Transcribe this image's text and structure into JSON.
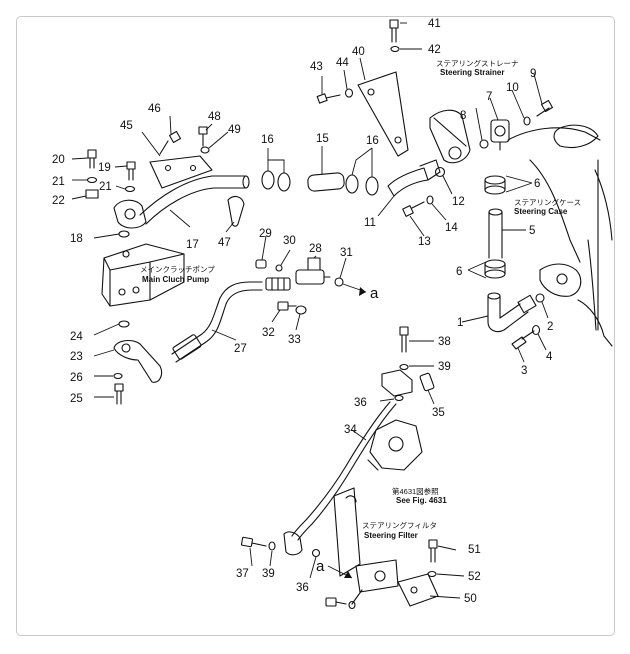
{
  "callouts": [
    {
      "id": "1",
      "text": "1"
    },
    {
      "id": "2",
      "text": "2"
    },
    {
      "id": "3",
      "text": "3"
    },
    {
      "id": "4",
      "text": "4"
    },
    {
      "id": "5",
      "text": "5"
    },
    {
      "id": "6a",
      "text": "6"
    },
    {
      "id": "6b",
      "text": "6"
    },
    {
      "id": "7",
      "text": "7"
    },
    {
      "id": "8",
      "text": "8"
    },
    {
      "id": "9",
      "text": "9"
    },
    {
      "id": "10",
      "text": "10"
    },
    {
      "id": "11",
      "text": "11"
    },
    {
      "id": "12",
      "text": "12"
    },
    {
      "id": "13",
      "text": "13"
    },
    {
      "id": "14",
      "text": "14"
    },
    {
      "id": "15",
      "text": "15"
    },
    {
      "id": "16a",
      "text": "16"
    },
    {
      "id": "16b",
      "text": "16"
    },
    {
      "id": "17",
      "text": "17"
    },
    {
      "id": "18",
      "text": "18"
    },
    {
      "id": "19",
      "text": "19"
    },
    {
      "id": "20",
      "text": "20"
    },
    {
      "id": "21a",
      "text": "21"
    },
    {
      "id": "21b",
      "text": "21"
    },
    {
      "id": "22",
      "text": "22"
    },
    {
      "id": "23",
      "text": "23"
    },
    {
      "id": "24",
      "text": "24"
    },
    {
      "id": "25",
      "text": "25"
    },
    {
      "id": "26",
      "text": "26"
    },
    {
      "id": "27",
      "text": "27"
    },
    {
      "id": "28",
      "text": "28"
    },
    {
      "id": "29",
      "text": "29"
    },
    {
      "id": "30",
      "text": "30"
    },
    {
      "id": "31",
      "text": "31"
    },
    {
      "id": "32",
      "text": "32"
    },
    {
      "id": "33",
      "text": "33"
    },
    {
      "id": "34",
      "text": "34"
    },
    {
      "id": "35",
      "text": "35"
    },
    {
      "id": "36a",
      "text": "36"
    },
    {
      "id": "36b",
      "text": "36"
    },
    {
      "id": "37",
      "text": "37"
    },
    {
      "id": "38",
      "text": "38"
    },
    {
      "id": "39a",
      "text": "39"
    },
    {
      "id": "39b",
      "text": "39"
    },
    {
      "id": "40",
      "text": "40"
    },
    {
      "id": "41",
      "text": "41"
    },
    {
      "id": "42",
      "text": "42"
    },
    {
      "id": "43",
      "text": "43"
    },
    {
      "id": "44",
      "text": "44"
    },
    {
      "id": "45",
      "text": "45"
    },
    {
      "id": "46",
      "text": "46"
    },
    {
      "id": "47",
      "text": "47"
    },
    {
      "id": "48",
      "text": "48"
    },
    {
      "id": "49",
      "text": "49"
    },
    {
      "id": "50",
      "text": "50"
    },
    {
      "id": "51",
      "text": "51"
    },
    {
      "id": "52",
      "text": "52"
    }
  ],
  "annotations": {
    "steering_strainer_jp": "ステアリングストレーナ",
    "steering_strainer_en": "Steering Strainer",
    "steering_case_jp": "ステアリングケース",
    "steering_case_en": "Steering Case",
    "main_clutch_pump_jp": "メインクラッチポンプ",
    "main_clutch_pump_en": "Main Cluch Pump",
    "see_fig_jp": "第4631図参照",
    "see_fig_en": "See Fig. 4631",
    "steering_filter_jp": "ステアリングフィルタ",
    "steering_filter_en": "Steering Filter",
    "connection_a_1": "a",
    "connection_a_2": "a"
  }
}
